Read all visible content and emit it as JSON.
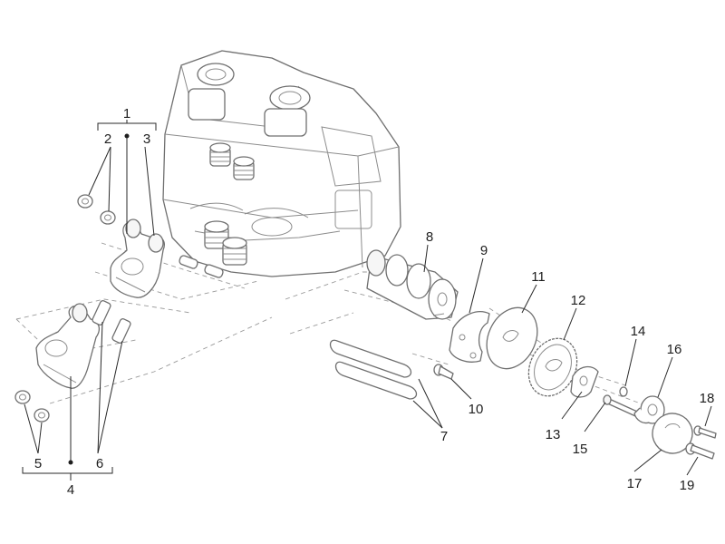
{
  "callouts": {
    "c1": "1",
    "c2": "2",
    "c3": "3",
    "c4": "4",
    "c5": "5",
    "c6": "6",
    "c7": "7",
    "c8": "8",
    "c9": "9",
    "c10": "10",
    "c11": "11",
    "c12": "12",
    "c13": "13",
    "c14": "14",
    "c15": "15",
    "c16": "16",
    "c17": "17",
    "c18": "18",
    "c19": "19"
  },
  "colors": {
    "line": "#6f6f6f",
    "text": "#1e1e1e",
    "background": "#ffffff"
  }
}
